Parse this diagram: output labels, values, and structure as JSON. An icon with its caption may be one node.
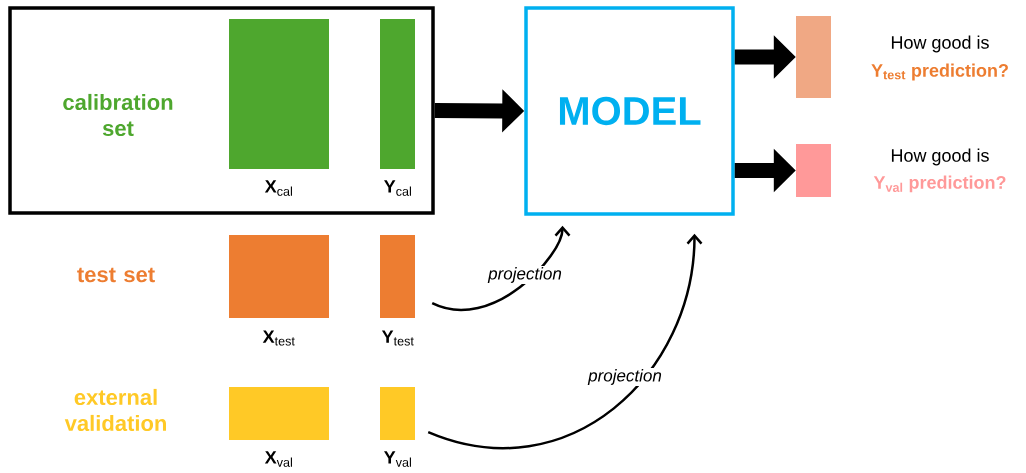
{
  "diagram": {
    "nodes": [
      {
        "text": [
          "calibration set"
        ]
      },
      {
        "text": [],
        "shape": "bar",
        "in": 0,
        "beside": [
          "**X**$_{cal}$"
        ]
      },
      {
        "text": [],
        "shape": "bar",
        "in": 0,
        "beside": [
          "**Y**$_{cal}$"
        ]
      },
      {
        "text": [],
        "shape": "bar",
        "beside": [
          "**X**$_{test}$"
        ]
      },
      {
        "text": [],
        "shape": "bar",
        "beside": [
          "**Y**$_{test}$"
        ]
      },
      {
        "text": [],
        "shape": "bar",
        "beside": [
          "**X**$_{val}$"
        ]
      },
      {
        "text": [],
        "shape": "bar",
        "beside": [
          "**Y**$_{val}$"
        ]
      },
      {
        "text": [
          "MODEL"
        ]
      },
      {
        "text": [],
        "shape": "bar",
        "beside": [
          "How good is",
          "Y$_{test}$ prediction?"
        ]
      },
      {
        "text": [],
        "shape": "bar",
        "beside": [
          "How good is",
          "Y$_{val}$ prediction?"
        ]
      }
    ],
    "edges": [
      {
        "from": 0,
        "to": 7,
        "arrow": "to"
      },
      {
        "from": 7,
        "to": 8,
        "arrow": "to"
      },
      {
        "from": 7,
        "to": 9,
        "arrow": "to"
      },
      {
        "from": 4,
        "to": 7,
        "arrow": "to",
        "label": "projection"
      },
      {
        "from": 6,
        "to": 7,
        "arrow": "to",
        "label": "projection"
      }
    ],
    "labels": [
      "test set",
      "external validation"
    ]
  }
}
